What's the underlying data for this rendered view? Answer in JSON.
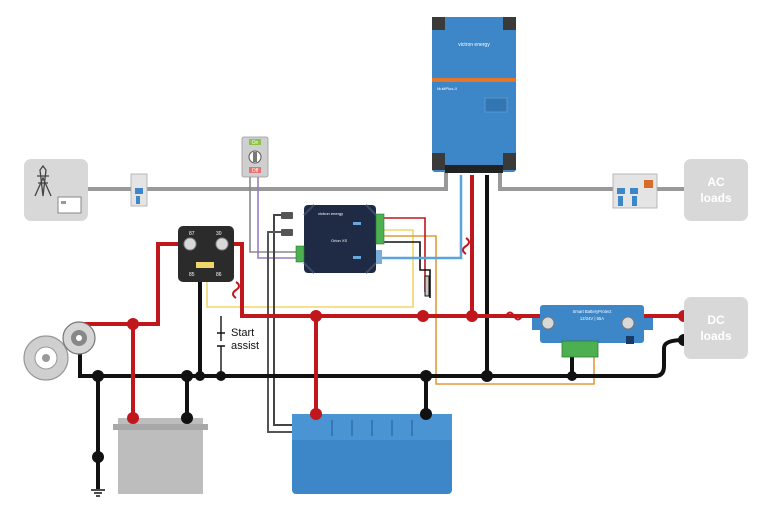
{
  "inverter": {
    "brand": "victron energy",
    "model": "MultiPlus-II"
  },
  "switch": {
    "on_label": "On",
    "off_label": "Off"
  },
  "ac_loads": {
    "line1": "AC",
    "line2": "loads"
  },
  "dc_loads": {
    "line1": "DC",
    "line2": "loads"
  },
  "relay": {
    "terminal_87": "87",
    "terminal_30": "30",
    "terminal_85": "85",
    "terminal_86": "86"
  },
  "start_assist": {
    "line1": "Start",
    "line2": "assist"
  },
  "gx_device": {
    "brand": "victron energy",
    "model": "Orion XS"
  },
  "battery_protect": {
    "title": "Smart BatteryProtect",
    "rating": "12/24V | 65A"
  },
  "colors": {
    "positive_wire": "#c0171d",
    "negative_wire": "#111111",
    "ac_wire": "#999999",
    "victron_blue": "#3d86c8",
    "signal_orange": "#e39a3b",
    "signal_yellow": "#f0d56a",
    "signal_purple": "#9a7bbf",
    "ve_bus_blue": "#5aa4dc",
    "box_gray": "#d8d8d8"
  }
}
